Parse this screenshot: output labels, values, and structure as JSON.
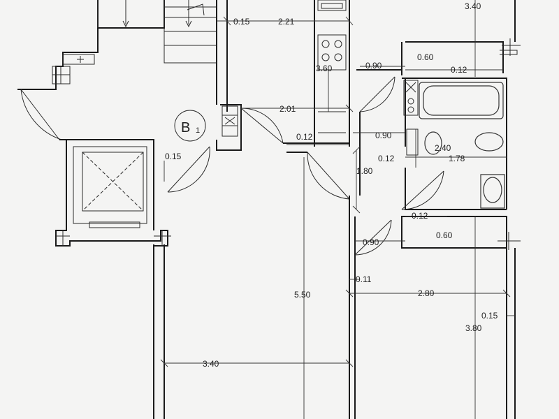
{
  "room_tag": {
    "letter": "B",
    "index": "1"
  },
  "dimensions": {
    "top_right_width": "3.40",
    "stair_gap": "0.15",
    "hall_width": "2.21",
    "kitchen_height": "3.60",
    "door_a": "0.90",
    "bath_wall_top": "0.60",
    "bath_gap_top": "0.12",
    "lobby_width": "2.01",
    "door_b": "0.90",
    "kitchen_wall": "0.12",
    "bath_height": "2.40",
    "bath_side_gap": "0.12",
    "bath_width": "1.78",
    "lift_gap": "0.15",
    "corridor_height": "1.80",
    "bath_gap_bottom": "0.12",
    "bath_wall_bottom": "0.60",
    "door_c": "0.90",
    "wall_thin": "0.11",
    "living_height": "5.50",
    "bed_width": "2.80",
    "bed_gap": "0.15",
    "bed_height": "3.80",
    "living_width": "3.40"
  }
}
